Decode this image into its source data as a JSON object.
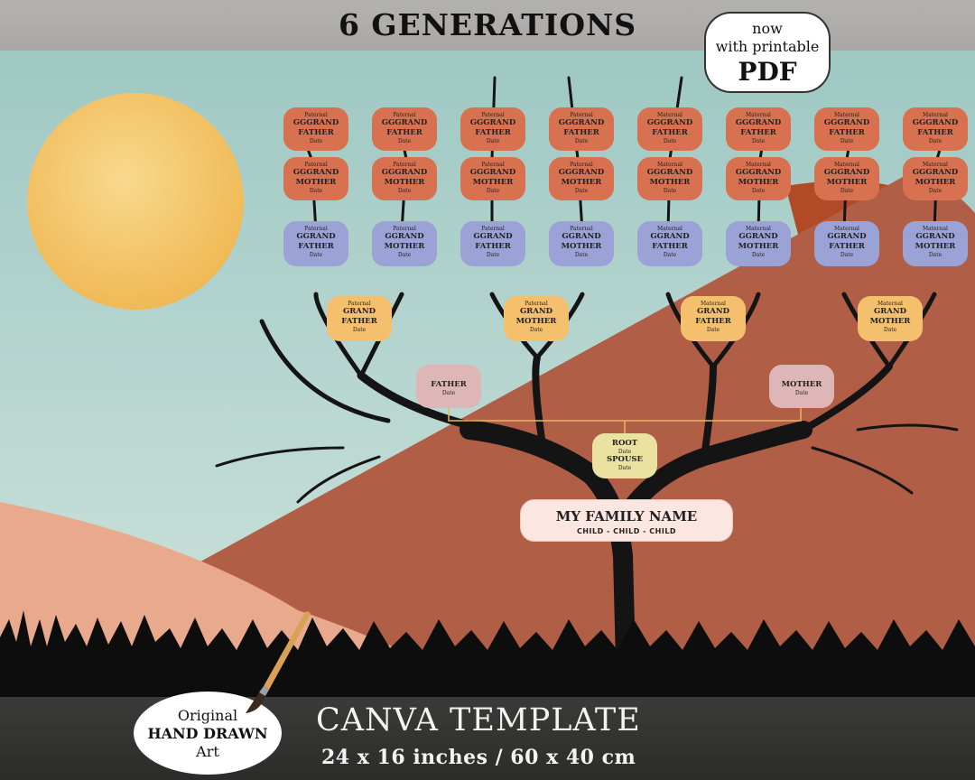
{
  "header": {
    "title": "6 GENERATIONS"
  },
  "pdf_badge": {
    "line1": "now",
    "line2": "with printable",
    "line3": "PDF"
  },
  "row_gg": [
    {
      "side": "Paternal",
      "name1": "GGGRAND",
      "name2": "FATHER",
      "date": "Date"
    },
    {
      "side": "Paternal",
      "name1": "GGGRAND",
      "name2": "FATHER",
      "date": "Date"
    },
    {
      "side": "Paternal",
      "name1": "GGGRAND",
      "name2": "FATHER",
      "date": "Date"
    },
    {
      "side": "Paternal",
      "name1": "GGGRAND",
      "name2": "FATHER",
      "date": "Date"
    },
    {
      "side": "Maternal",
      "name1": "GGGRAND",
      "name2": "FATHER",
      "date": "Date"
    },
    {
      "side": "Maternal",
      "name1": "GGGRAND",
      "name2": "FATHER",
      "date": "Date"
    },
    {
      "side": "Maternal",
      "name1": "GGGRAND",
      "name2": "FATHER",
      "date": "Date"
    },
    {
      "side": "Maternal",
      "name1": "GGGRAND",
      "name2": "FATHER",
      "date": "Date"
    }
  ],
  "row_gm": [
    {
      "side": "Paternal",
      "name1": "GGGRAND",
      "name2": "MOTHER",
      "date": "Date"
    },
    {
      "side": "Paternal",
      "name1": "GGGRAND",
      "name2": "MOTHER",
      "date": "Date"
    },
    {
      "side": "Paternal",
      "name1": "GGGRAND",
      "name2": "MOTHER",
      "date": "Date"
    },
    {
      "side": "Paternal",
      "name1": "GGGRAND",
      "name2": "MOTHER",
      "date": "Date"
    },
    {
      "side": "Maternal",
      "name1": "GGGRAND",
      "name2": "MOTHER",
      "date": "Date"
    },
    {
      "side": "Maternal",
      "name1": "GGGRAND",
      "name2": "MOTHER",
      "date": "Date"
    },
    {
      "side": "Maternal",
      "name1": "GGGRAND",
      "name2": "MOTHER",
      "date": "Date"
    },
    {
      "side": "Maternal",
      "name1": "GGGRAND",
      "name2": "MOTHER",
      "date": "Date"
    }
  ],
  "row_g": [
    {
      "side": "Paternal",
      "name1": "GGRAND",
      "name2": "FATHER",
      "date": "Date"
    },
    {
      "side": "Paternal",
      "name1": "GGRAND",
      "name2": "MOTHER",
      "date": "Date"
    },
    {
      "side": "Paternal",
      "name1": "GGRAND",
      "name2": "FATHER",
      "date": "Date"
    },
    {
      "side": "Paternal",
      "name1": "GGRAND",
      "name2": "MOTHER",
      "date": "Date"
    },
    {
      "side": "Maternal",
      "name1": "GGRAND",
      "name2": "FATHER",
      "date": "Date"
    },
    {
      "side": "Maternal",
      "name1": "GGRAND",
      "name2": "MOTHER",
      "date": "Date"
    },
    {
      "side": "Maternal",
      "name1": "GGRAND",
      "name2": "FATHER",
      "date": "Date"
    },
    {
      "side": "Maternal",
      "name1": "GGRAND",
      "name2": "MOTHER",
      "date": "Date"
    }
  ],
  "row_grand": [
    {
      "side": "Paternal",
      "name1": "GRAND",
      "name2": "FATHER",
      "date": "Date"
    },
    {
      "side": "Paternal",
      "name1": "GRAND",
      "name2": "MOTHER",
      "date": "Date"
    },
    {
      "side": "Maternal",
      "name1": "GRAND",
      "name2": "FATHER",
      "date": "Date"
    },
    {
      "side": "Maternal",
      "name1": "GRAND",
      "name2": "MOTHER",
      "date": "Date"
    }
  ],
  "parents": {
    "father": {
      "name": "FATHER",
      "date": "Date"
    },
    "mother": {
      "name": "MOTHER",
      "date": "Date"
    }
  },
  "root": {
    "name": "ROOT",
    "date": "Date",
    "spouse": "SPOUSE",
    "spouse_date": "Date"
  },
  "family": {
    "name": "MY FAMILY NAME",
    "children": "CHILD - CHILD - CHILD"
  },
  "footer": {
    "canva": "CANVA TEMPLATE",
    "dims": "24 x 16 inches / 60 x 40 cm"
  },
  "art_badge": {
    "line1": "Original",
    "line2": "HAND DRAWN",
    "line3": "Art"
  },
  "colors": {
    "gg": "#d8714f",
    "g": "#9aa2d6",
    "grand": "#f5c06e",
    "parent": "#dfb6b7",
    "root": "#ebe2a1",
    "sky": "#a9ceca",
    "mountain": "#b05e45",
    "sun": "#f3c466"
  }
}
